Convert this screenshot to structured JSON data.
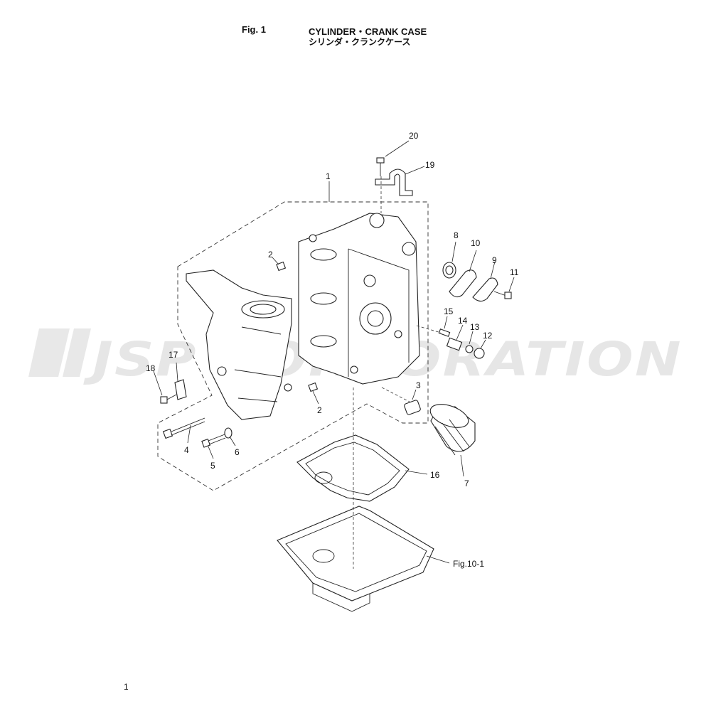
{
  "header": {
    "fig_number": "Fig. 1",
    "title_en": "CYLINDER・CRANK CASE",
    "title_jp": "シリンダ・クランクケース"
  },
  "callouts": [
    "1",
    "2",
    "2",
    "3",
    "4",
    "5",
    "6",
    "7",
    "8",
    "9",
    "10",
    "11",
    "12",
    "13",
    "14",
    "15",
    "16",
    "17",
    "18",
    "19",
    "20"
  ],
  "reference_label": "Fig.10-1",
  "watermark": "JSP CORPORATION",
  "page_number": "1"
}
